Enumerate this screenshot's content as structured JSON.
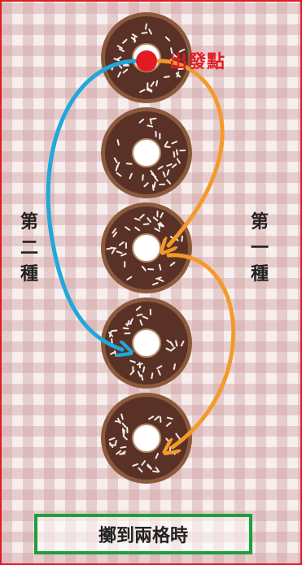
{
  "labels": {
    "start": "出發點",
    "route_one": "第\n一\n種",
    "route_two": "第\n二\n種",
    "caption": "擲到兩格時"
  },
  "colors": {
    "border": "#e21b23",
    "start_dot": "#e21b23",
    "route_one_arrow": "#f39a2c",
    "route_two_arrow": "#1fa8dc",
    "caption_border": "#1f9e3c",
    "donut_icing": "#5a3127",
    "donut_edge": "#8b5a3c"
  },
  "diagram": {
    "donut_count": 5,
    "start_donut": 1,
    "routes": [
      {
        "name_key": "route_one",
        "color_key": "route_one_arrow",
        "steps": [
          1,
          3,
          5
        ]
      },
      {
        "name_key": "route_two",
        "color_key": "route_two_arrow",
        "steps": [
          1,
          4
        ]
      }
    ]
  }
}
